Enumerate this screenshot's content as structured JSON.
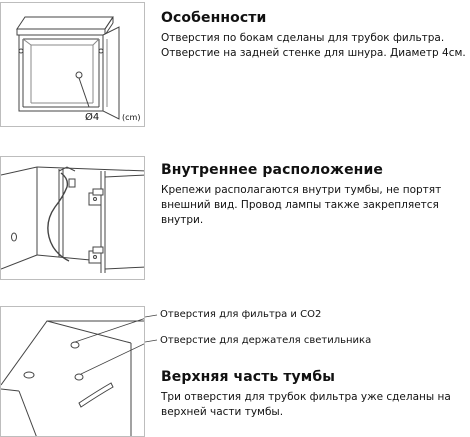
{
  "sections": [
    {
      "heading": "Особенности",
      "lines": [
        "Отверстия по бокам сделаны для трубок фильтра.",
        "Отверстие на задней стенке для шнура. Диаметр 4см."
      ],
      "illustration": {
        "diameter_label": "Ø4",
        "unit_label": "(cm)"
      }
    },
    {
      "heading": "Внутреннее расположение",
      "lines": [
        "Крепежи располагаются внутри тумбы, не портят",
        "внешний вид. Провод лампы также закрепляется",
        "внутри."
      ]
    },
    {
      "heading": "Верхняя часть тумбы",
      "lines": [
        "Три отверстия для трубок фильтра уже сделаны на",
        "верхней части тумбы."
      ],
      "callouts": [
        "Отверстия для фильтра и CO2",
        "Отверстие для держателя светильника"
      ]
    }
  ],
  "colors": {
    "border": "#bdbdbd",
    "line_art": "#444444",
    "text": "#111111"
  }
}
